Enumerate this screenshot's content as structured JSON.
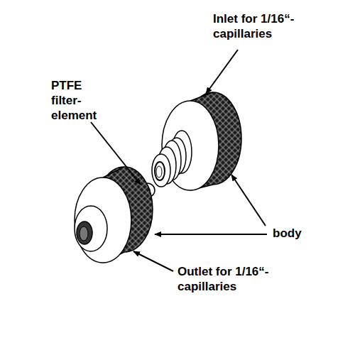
{
  "diagram": {
    "labels": [
      "Inlet for 1/16“-capillaries",
      "PTFE filter- element",
      "body",
      "Outlet for 1/16“-capillaries"
    ]
  }
}
